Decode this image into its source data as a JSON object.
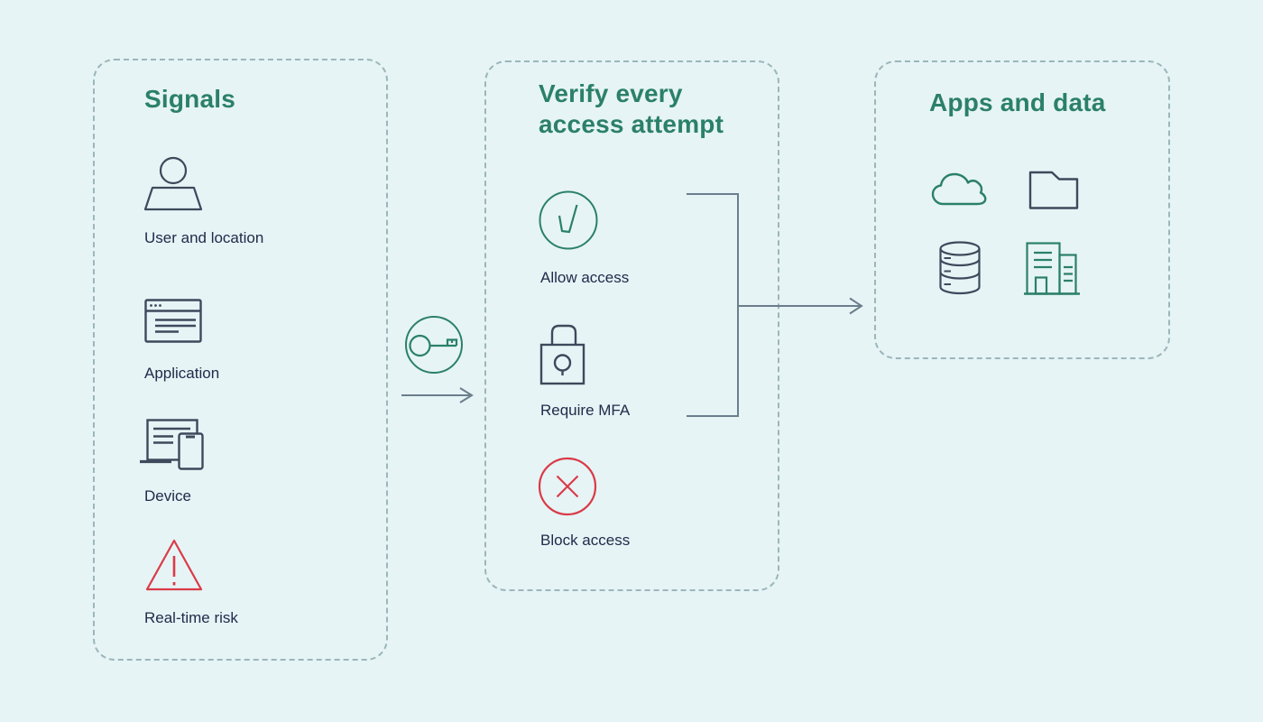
{
  "colors": {
    "background": "#e6f4f6",
    "panel_border": "#9cb6ba",
    "accent_teal": "#2b8068",
    "text_dark": "#202c4a",
    "icon_slate": "#3d4a5c",
    "alert_red": "#da3b47",
    "connector_gray": "#6b7e8c"
  },
  "panels": {
    "signals": {
      "title": "Signals",
      "items": [
        {
          "icon": "user-icon",
          "label": "User and location"
        },
        {
          "icon": "application-icon",
          "label": "Application"
        },
        {
          "icon": "device-icon",
          "label": "Device"
        },
        {
          "icon": "risk-triangle-icon",
          "label": "Real-time risk"
        }
      ]
    },
    "verify": {
      "title": "Verify every access attempt",
      "items": [
        {
          "icon": "allow-check-icon",
          "label": "Allow access"
        },
        {
          "icon": "mfa-lock-icon",
          "label": "Require MFA"
        },
        {
          "icon": "block-x-icon",
          "label": "Block access"
        }
      ]
    },
    "apps": {
      "title": "Apps and data",
      "icons": [
        "cloud-icon",
        "folder-icon",
        "database-icon",
        "building-icon"
      ]
    }
  },
  "connectors": {
    "key_icon": "key-icon",
    "left_arrow": "flow-arrow-right",
    "merge_bracket": "merge-bracket",
    "right_arrow": "flow-arrow-right"
  }
}
